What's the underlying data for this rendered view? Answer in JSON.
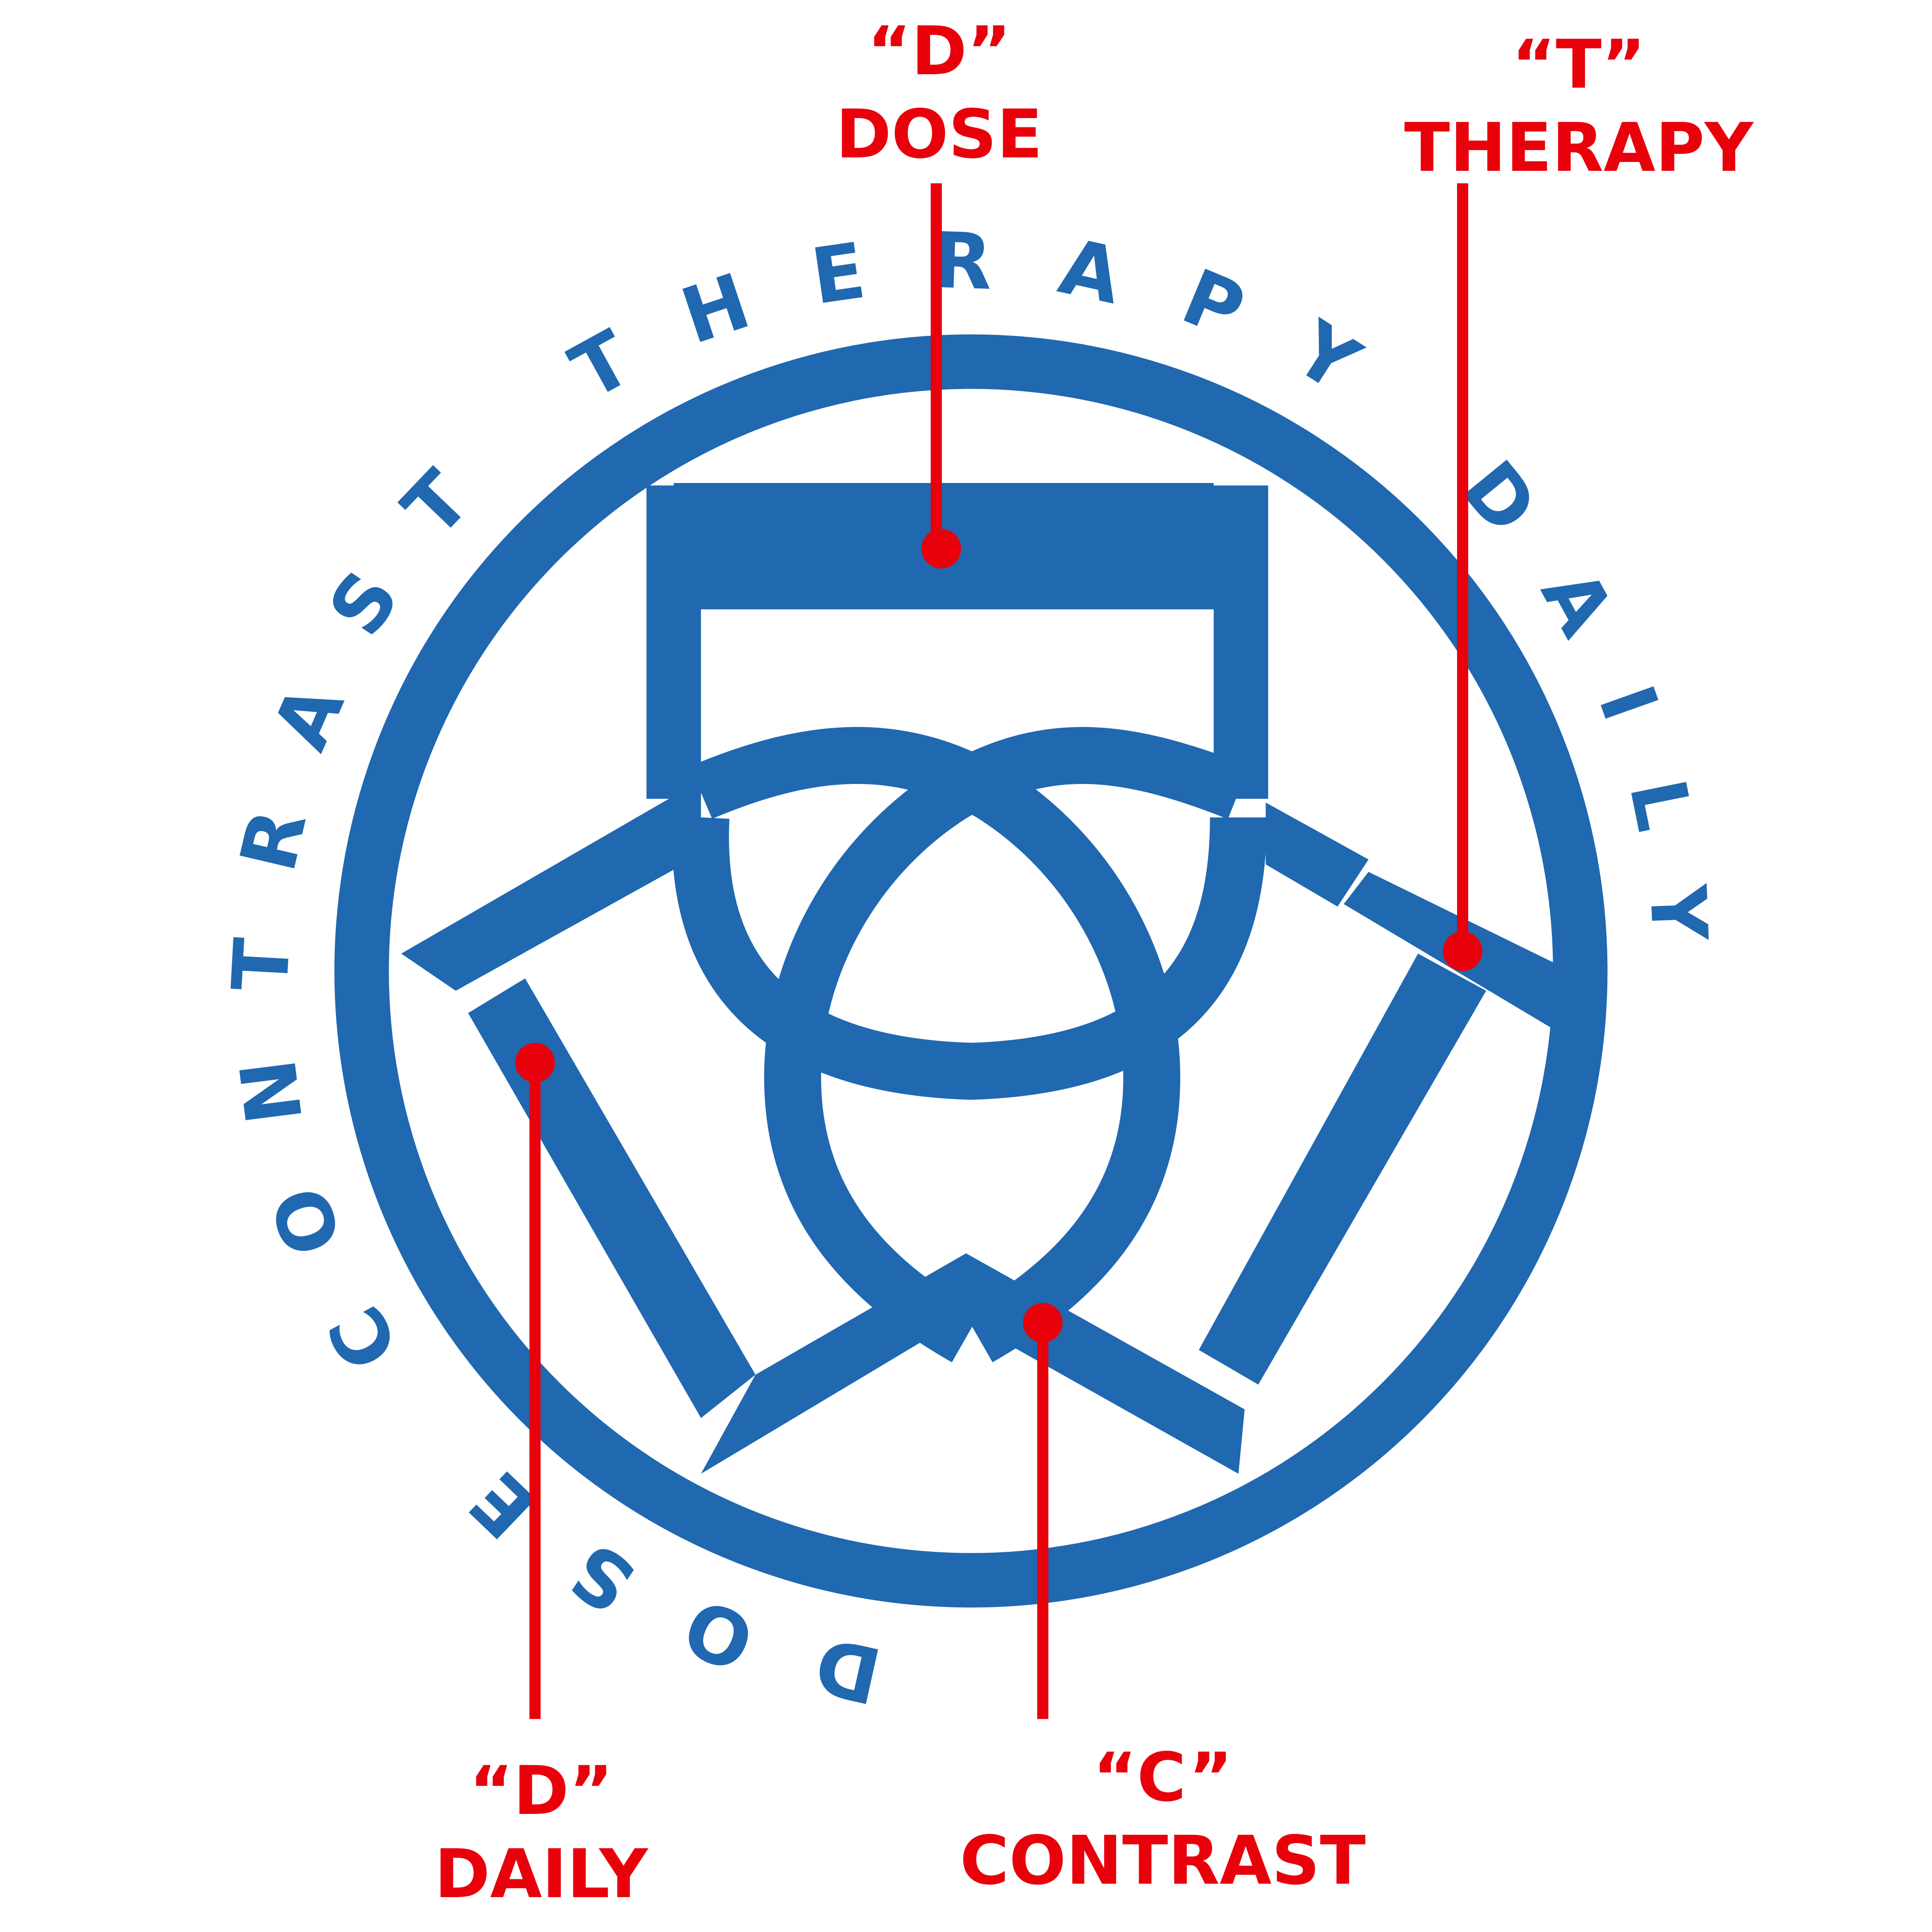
{
  "colors": {
    "logo_blue": "#2068b0",
    "callout_red": "#e8000b",
    "background": "#ffffff"
  },
  "ring_text": "DOSE CONTRAST THERAPY DAILY",
  "callouts": [
    {
      "id": "dose",
      "letter": "“D”",
      "word": "DOSE"
    },
    {
      "id": "therapy",
      "letter": "“T”",
      "word": "THERAPY"
    },
    {
      "id": "daily",
      "letter": "“D”",
      "word": "DAILY"
    },
    {
      "id": "contrast",
      "letter": "“C”",
      "word": "CONTRAST"
    }
  ]
}
